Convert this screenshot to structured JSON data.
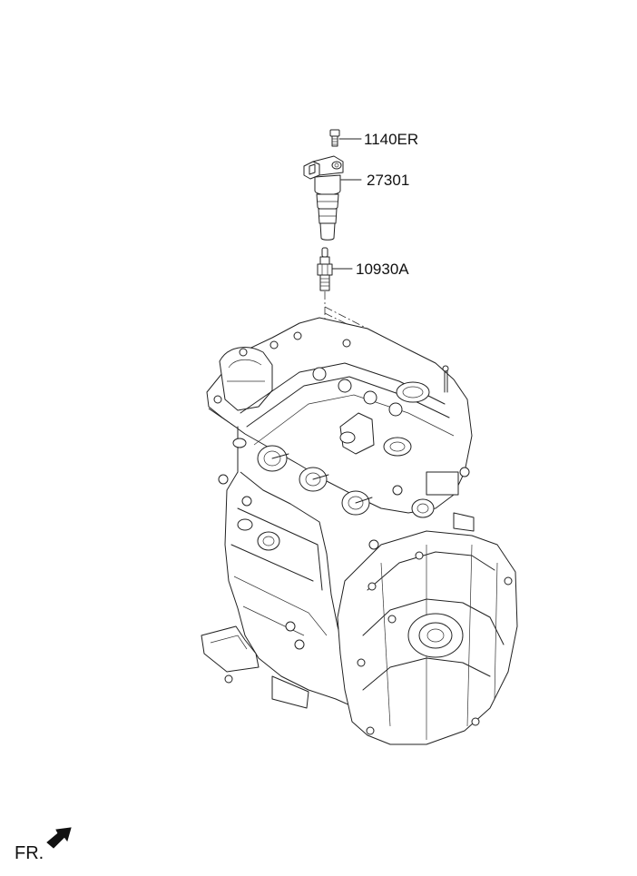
{
  "diagram": {
    "callouts": [
      {
        "id": "bolt",
        "label": "1140ER",
        "part": "bolt"
      },
      {
        "id": "coil",
        "label": "27301",
        "part": "ignition coil"
      },
      {
        "id": "plug",
        "label": "10930A",
        "part": "spark plug"
      }
    ],
    "orientation": {
      "label": "FR.",
      "icon": "front-arrow-icon"
    }
  }
}
